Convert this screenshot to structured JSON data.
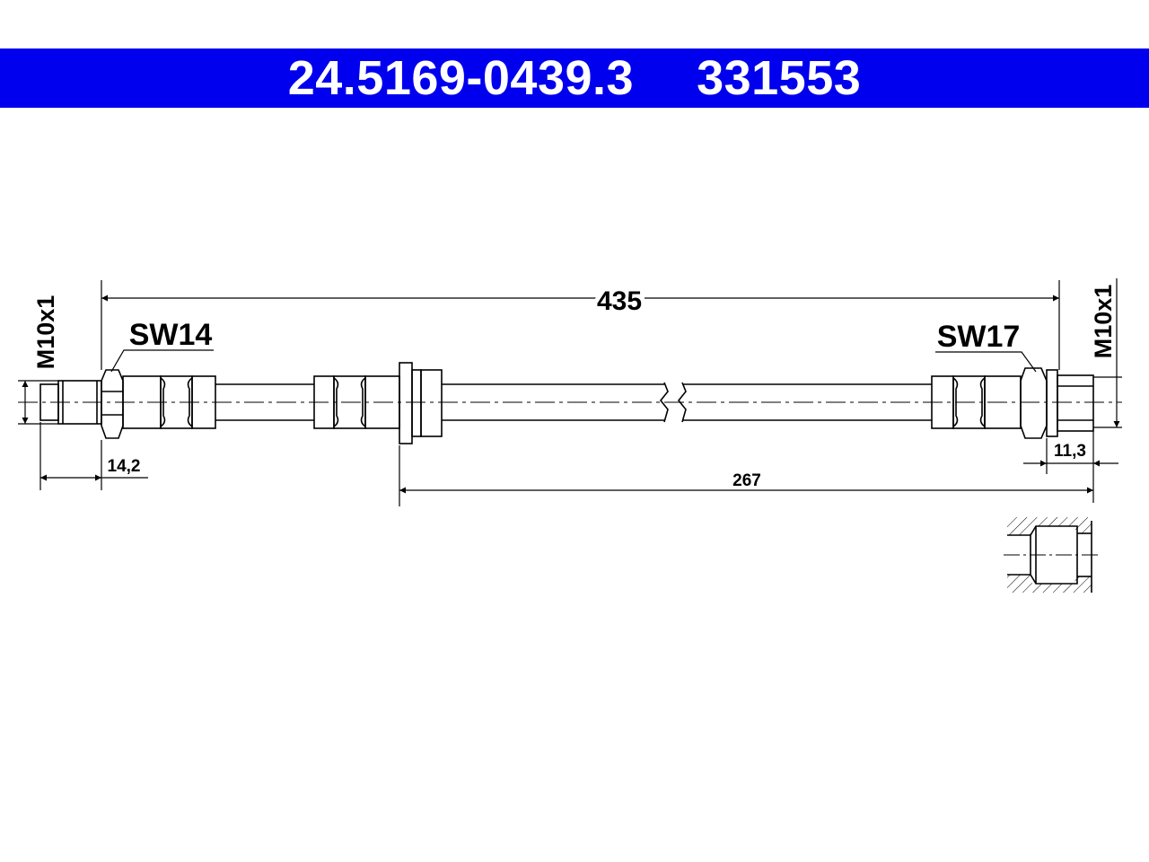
{
  "header": {
    "part_number": "24.5169-0439.3",
    "ref_number": "331553",
    "background_color": "#0000ee",
    "text_color": "#ffffff"
  },
  "labels": {
    "thread_left": "M10x1",
    "thread_right": "M10x1",
    "wrench_left": "SW14",
    "wrench_right": "SW17"
  },
  "dimensions": {
    "overall_length": "435",
    "left_fitting_length": "14,2",
    "right_fitting_length": "11,3",
    "bracket_to_end": "267"
  }
}
